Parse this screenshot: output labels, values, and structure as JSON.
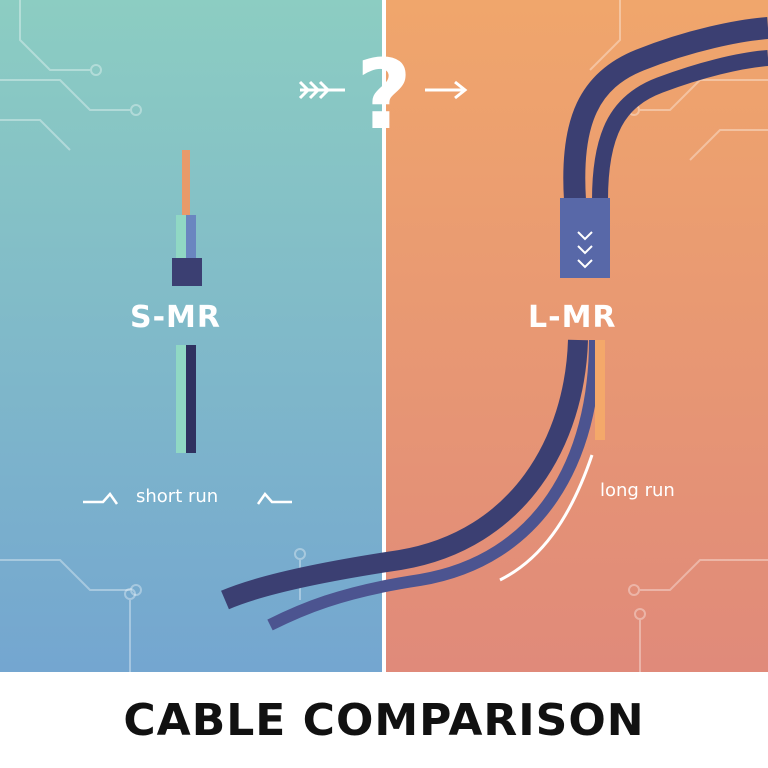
{
  "left": {
    "label": "S-MR",
    "caption": "short run",
    "color_top": "#8ccdc2",
    "color_bottom": "#74a6d0"
  },
  "right": {
    "label": "L-MR",
    "caption": "long run",
    "color_top": "#f0a66c",
    "color_bottom": "#e08a7a"
  },
  "center_symbol": "?",
  "title": "CABLE COMPARISON",
  "cable_color": "#3b3f72"
}
